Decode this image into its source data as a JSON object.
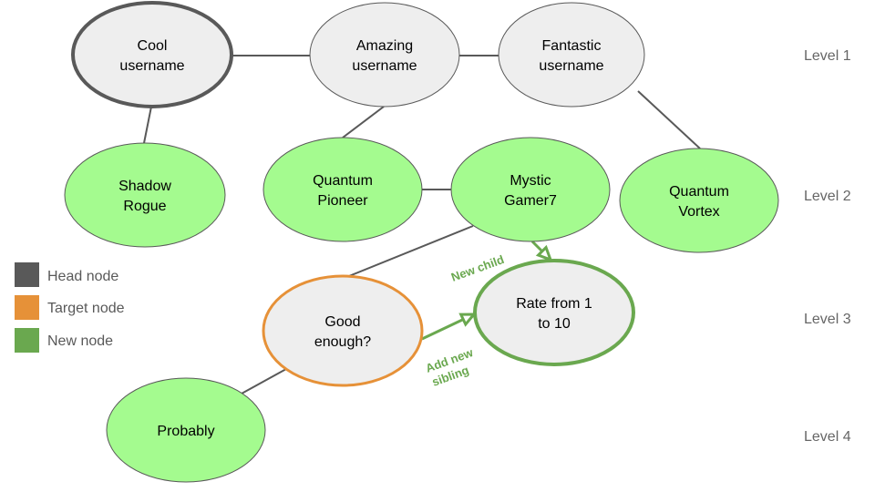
{
  "colors": {
    "node_fill_default": "#eeeeee",
    "node_fill_new": "#a4fb8f",
    "node_stroke": "#595959",
    "head_stroke": "#595959",
    "target_stroke": "#e69138",
    "new_stroke": "#6aa84f",
    "edge": "#595959",
    "level_text": "#666666"
  },
  "levels": [
    "Level 1",
    "Level 2",
    "Level 3",
    "Level 4"
  ],
  "legend": [
    {
      "label": "Head node",
      "color": "#595959"
    },
    {
      "label": "Target node",
      "color": "#e69138"
    },
    {
      "label": "New node",
      "color": "#6aa84f"
    }
  ],
  "nodes": {
    "cool": {
      "lines": [
        "Cool",
        "username"
      ],
      "type": "head"
    },
    "amazing": {
      "lines": [
        "Amazing",
        "username"
      ],
      "type": "default"
    },
    "fantastic": {
      "lines": [
        "Fantastic",
        "username"
      ],
      "type": "default"
    },
    "shadow": {
      "lines": [
        "Shadow",
        "Rogue"
      ],
      "type": "green"
    },
    "qpioneer": {
      "lines": [
        "Quantum",
        "Pioneer"
      ],
      "type": "green"
    },
    "mystic": {
      "lines": [
        "Mystic",
        "Gamer7"
      ],
      "type": "green"
    },
    "qvortex": {
      "lines": [
        "Quantum",
        "Vortex"
      ],
      "type": "green"
    },
    "good": {
      "lines": [
        "Good",
        "enough?"
      ],
      "type": "target"
    },
    "rate": {
      "lines": [
        "Rate from 1",
        "to 10"
      ],
      "type": "new"
    },
    "probably": {
      "lines": [
        "Probably"
      ],
      "type": "green"
    }
  },
  "edges": [
    [
      "cool",
      "amazing"
    ],
    [
      "amazing",
      "fantastic"
    ],
    [
      "cool",
      "shadow"
    ],
    [
      "amazing",
      "qpioneer"
    ],
    [
      "fantastic",
      "qvortex"
    ],
    [
      "qpioneer",
      "mystic"
    ],
    [
      "mystic",
      "good"
    ],
    [
      "good",
      "probably"
    ]
  ],
  "arrows": [
    {
      "from": "mystic",
      "to": "rate",
      "label": "New child"
    },
    {
      "from": "good",
      "to": "rate",
      "label_lines": [
        "Add new",
        "sibling"
      ]
    }
  ]
}
